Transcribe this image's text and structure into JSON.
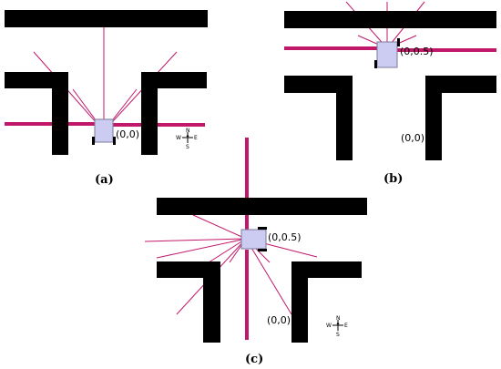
{
  "panels": [
    {
      "caption": "(a)",
      "robot_label": "(0,0)"
    },
    {
      "caption": "(b)",
      "robot_label": "(0,0.5)",
      "origin_label": "(0,0)"
    },
    {
      "caption": "(c)",
      "robot_label": "(0,0.5)",
      "origin_label": "(0,0)"
    }
  ],
  "compass": {
    "n": "N",
    "s": "S",
    "e": "E",
    "w": "W"
  },
  "colors": {
    "wall": "#000000",
    "ray": "#c2186b",
    "robot_fill": "#ccccf2",
    "robot_stroke": "#7a7a9a"
  }
}
